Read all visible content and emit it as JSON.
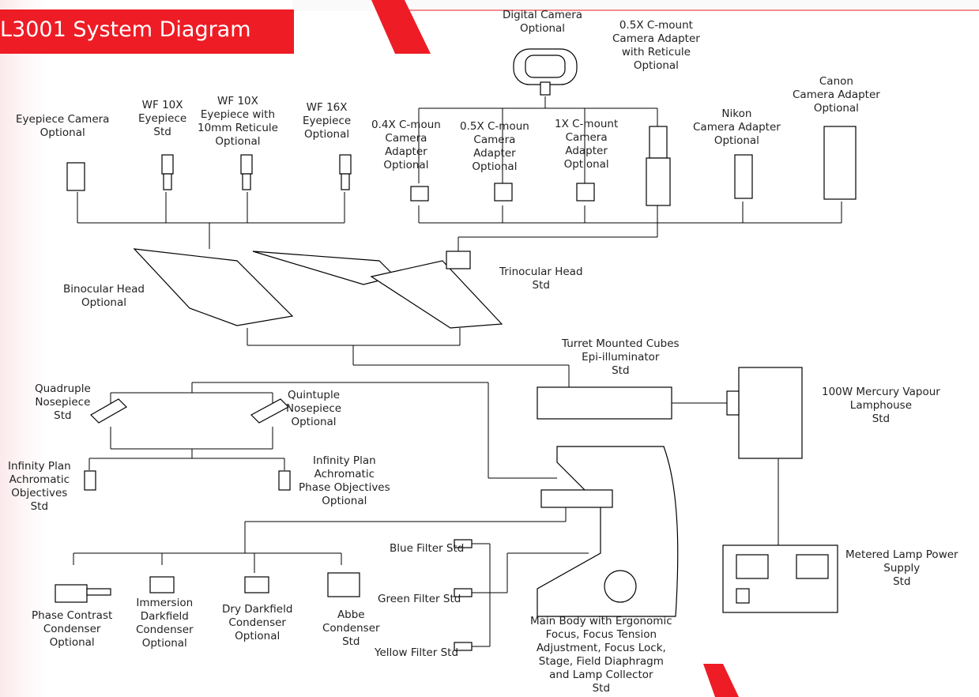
{
  "title": "L3001 System Diagram",
  "colors": {
    "accent": "#ee1c25",
    "line": "#000000"
  },
  "labels": {
    "digital_camera": [
      "Digital Camera",
      "Optional"
    ],
    "reticule_adapter": [
      "0.5X C-mount",
      "Camera Adapter",
      "with Reticule",
      "Optional"
    ],
    "canon": [
      "Canon",
      "Camera Adapter",
      "Optional"
    ],
    "nikon": [
      "Nikon",
      "Camera Adapter",
      "Optional"
    ],
    "eyepiece_camera": [
      "Eyepiece Camera",
      "Optional"
    ],
    "wf10": [
      "WF 10X",
      "Eyepiece",
      "Std"
    ],
    "wf10_reticule": [
      "WF 10X",
      "Eyepiece with",
      "10mm Reticule",
      "Optional"
    ],
    "wf16": [
      "WF 16X",
      "Eyepiece",
      "Optional"
    ],
    "c04": [
      "0.4X C-moun",
      "Camera",
      "Adapter",
      "Optional"
    ],
    "c05": [
      "0.5X C-moun",
      "Camera",
      "Adapter",
      "Optional"
    ],
    "c1": [
      "1X C-mount",
      "Camera",
      "Adapter",
      "Optional"
    ],
    "binocular": [
      "Binocular Head",
      "Optional"
    ],
    "trinocular": [
      "Trinocular Head",
      "Std"
    ],
    "turret": [
      "Turret Mounted Cubes",
      "Epi-illuminator",
      "Std"
    ],
    "mercury": [
      "100W Mercury Vapour",
      "Lamphouse",
      "Std"
    ],
    "quadruple": [
      "Quadruple",
      "Nosepiece",
      "Std"
    ],
    "quintuple": [
      "Quintuple",
      "Nosepiece",
      "Optional"
    ],
    "inf_achro": [
      "Infinity Plan",
      "Achromatic",
      "Objectives",
      "Std"
    ],
    "inf_phase": [
      "Infinity Plan",
      "Achromatic",
      "Phase Objectives",
      "Optional"
    ],
    "blue": [
      "Blue Filter Std"
    ],
    "green": [
      "Green Filter Std"
    ],
    "yellow": [
      "Yellow Filter Std"
    ],
    "power": [
      "Metered Lamp Power",
      "Supply",
      "Std"
    ],
    "phase_cond": [
      "Phase Contrast",
      "Condenser",
      "Optional"
    ],
    "immersion": [
      "Immersion",
      "Darkfield",
      "Condenser",
      "Optional"
    ],
    "dry": [
      "Dry Darkfield",
      "Condenser",
      "Optional"
    ],
    "abbe": [
      "Abbe",
      "Condenser",
      "Std"
    ],
    "main_body": [
      "Main Body with Ergonomic",
      "Focus, Focus Tension",
      "Adjustment, Focus Lock,",
      "Stage, Field Diaphragm",
      "and Lamp Collector",
      "Std"
    ]
  }
}
